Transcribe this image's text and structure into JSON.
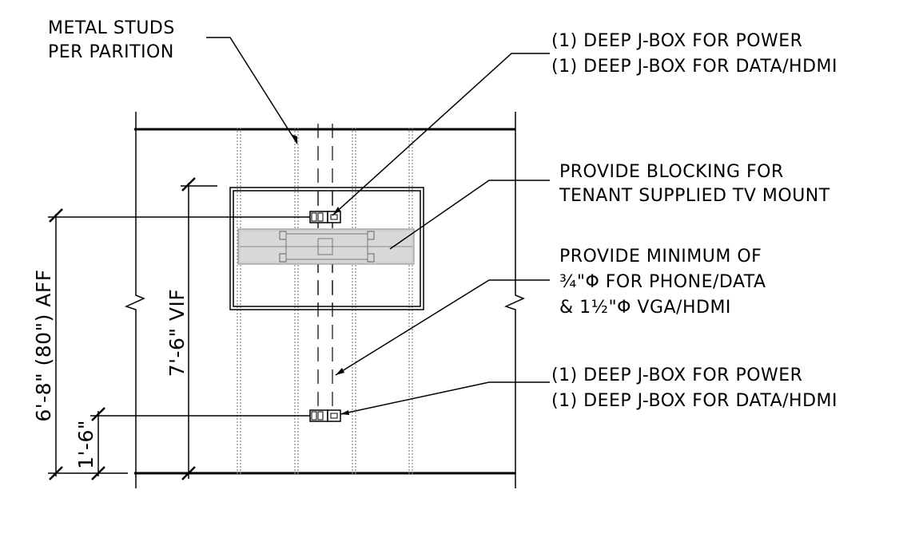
{
  "notes": {
    "metal_studs": [
      "METAL STUDS",
      "PER PARITION"
    ],
    "jbox_top": [
      "(1) DEEP J-BOX FOR POWER",
      "(1) DEEP J-BOX FOR DATA/HDMI"
    ],
    "blocking": [
      "PROVIDE BLOCKING FOR",
      "TENANT SUPPLIED TV MOUNT"
    ],
    "conduit": [
      "PROVIDE MINIMUM OF",
      "¾\"Φ FOR PHONE/DATA",
      "& 1½\"Φ VGA/HDMI"
    ],
    "jbox_bottom": [
      "(1) DEEP J-BOX FOR POWER",
      "(1) DEEP J-BOX FOR DATA/HDMI"
    ]
  },
  "dimensions": {
    "aff": "6'-8\" (80\") AFF",
    "vif": "7'-6\" VIF",
    "low": "1'-6\""
  },
  "colors": {
    "line": "#000000",
    "stud": "#888888",
    "background": "#ffffff"
  }
}
